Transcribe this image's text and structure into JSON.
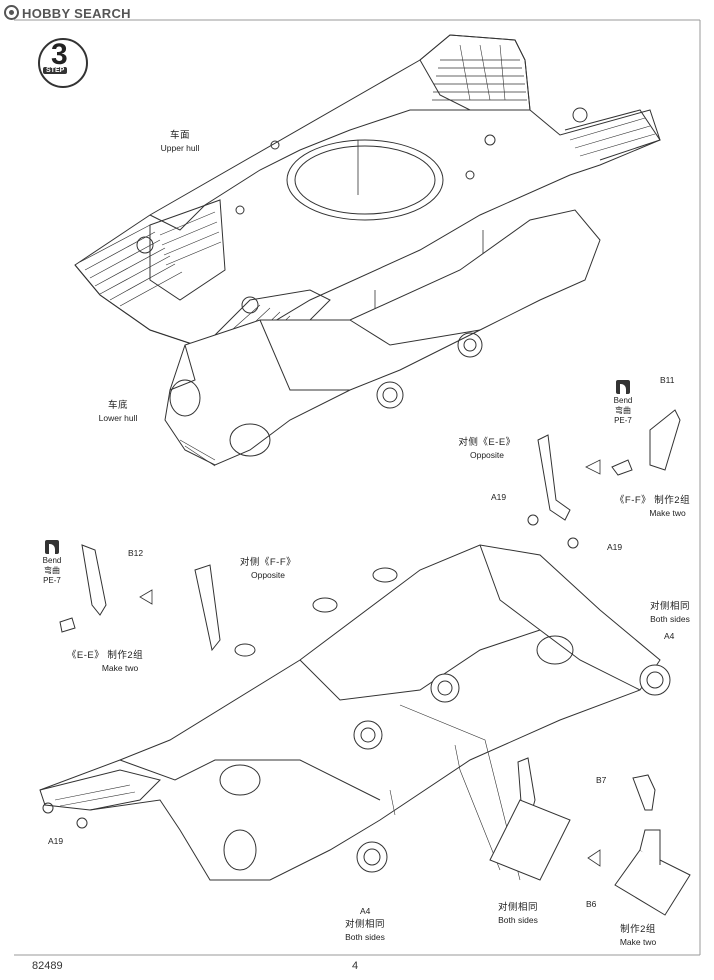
{
  "watermark": "HOBBY SEARCH",
  "step": {
    "number": "3",
    "word": "STEP"
  },
  "labels": {
    "upper_hull": {
      "cn": "车面",
      "en": "Upper hull"
    },
    "lower_hull": {
      "cn": "车底",
      "en": "Lower hull"
    },
    "opposite_ee": {
      "cn": "对侧《E-E》",
      "en": "Opposite"
    },
    "opposite_ff": {
      "cn": "对侧《F-F》",
      "en": "Opposite"
    },
    "make_two_ff": {
      "cn": "《F-F》 制作2组",
      "en": "Make two"
    },
    "make_two_ee": {
      "cn": "《E-E》 制作2组",
      "en": "Make two"
    },
    "both_sides_a4_right": {
      "cn": "对侧相同",
      "en": "Both sides"
    },
    "both_sides_a4_bottom": {
      "cn": "对侧相同",
      "en": "Both sides"
    },
    "both_sides_center": {
      "cn": "对侧相同",
      "en": "Both sides"
    },
    "make_two_b6": {
      "cn": "制作2组",
      "en": "Make two"
    }
  },
  "bend_right": {
    "en": "Bend",
    "cn": "弯曲",
    "code": "PE-7"
  },
  "bend_left": {
    "en": "Bend",
    "cn": "弯曲",
    "code": "PE-7"
  },
  "part_codes": {
    "b11": "B11",
    "b12": "B12",
    "a19_upper": "A19",
    "a19_right": "A19",
    "a19_left": "A19",
    "a4_right": "A4",
    "a4_bottom": "A4",
    "b7": "B7",
    "b6": "B6"
  },
  "footer": {
    "model_no": "82489",
    "page": "4"
  }
}
